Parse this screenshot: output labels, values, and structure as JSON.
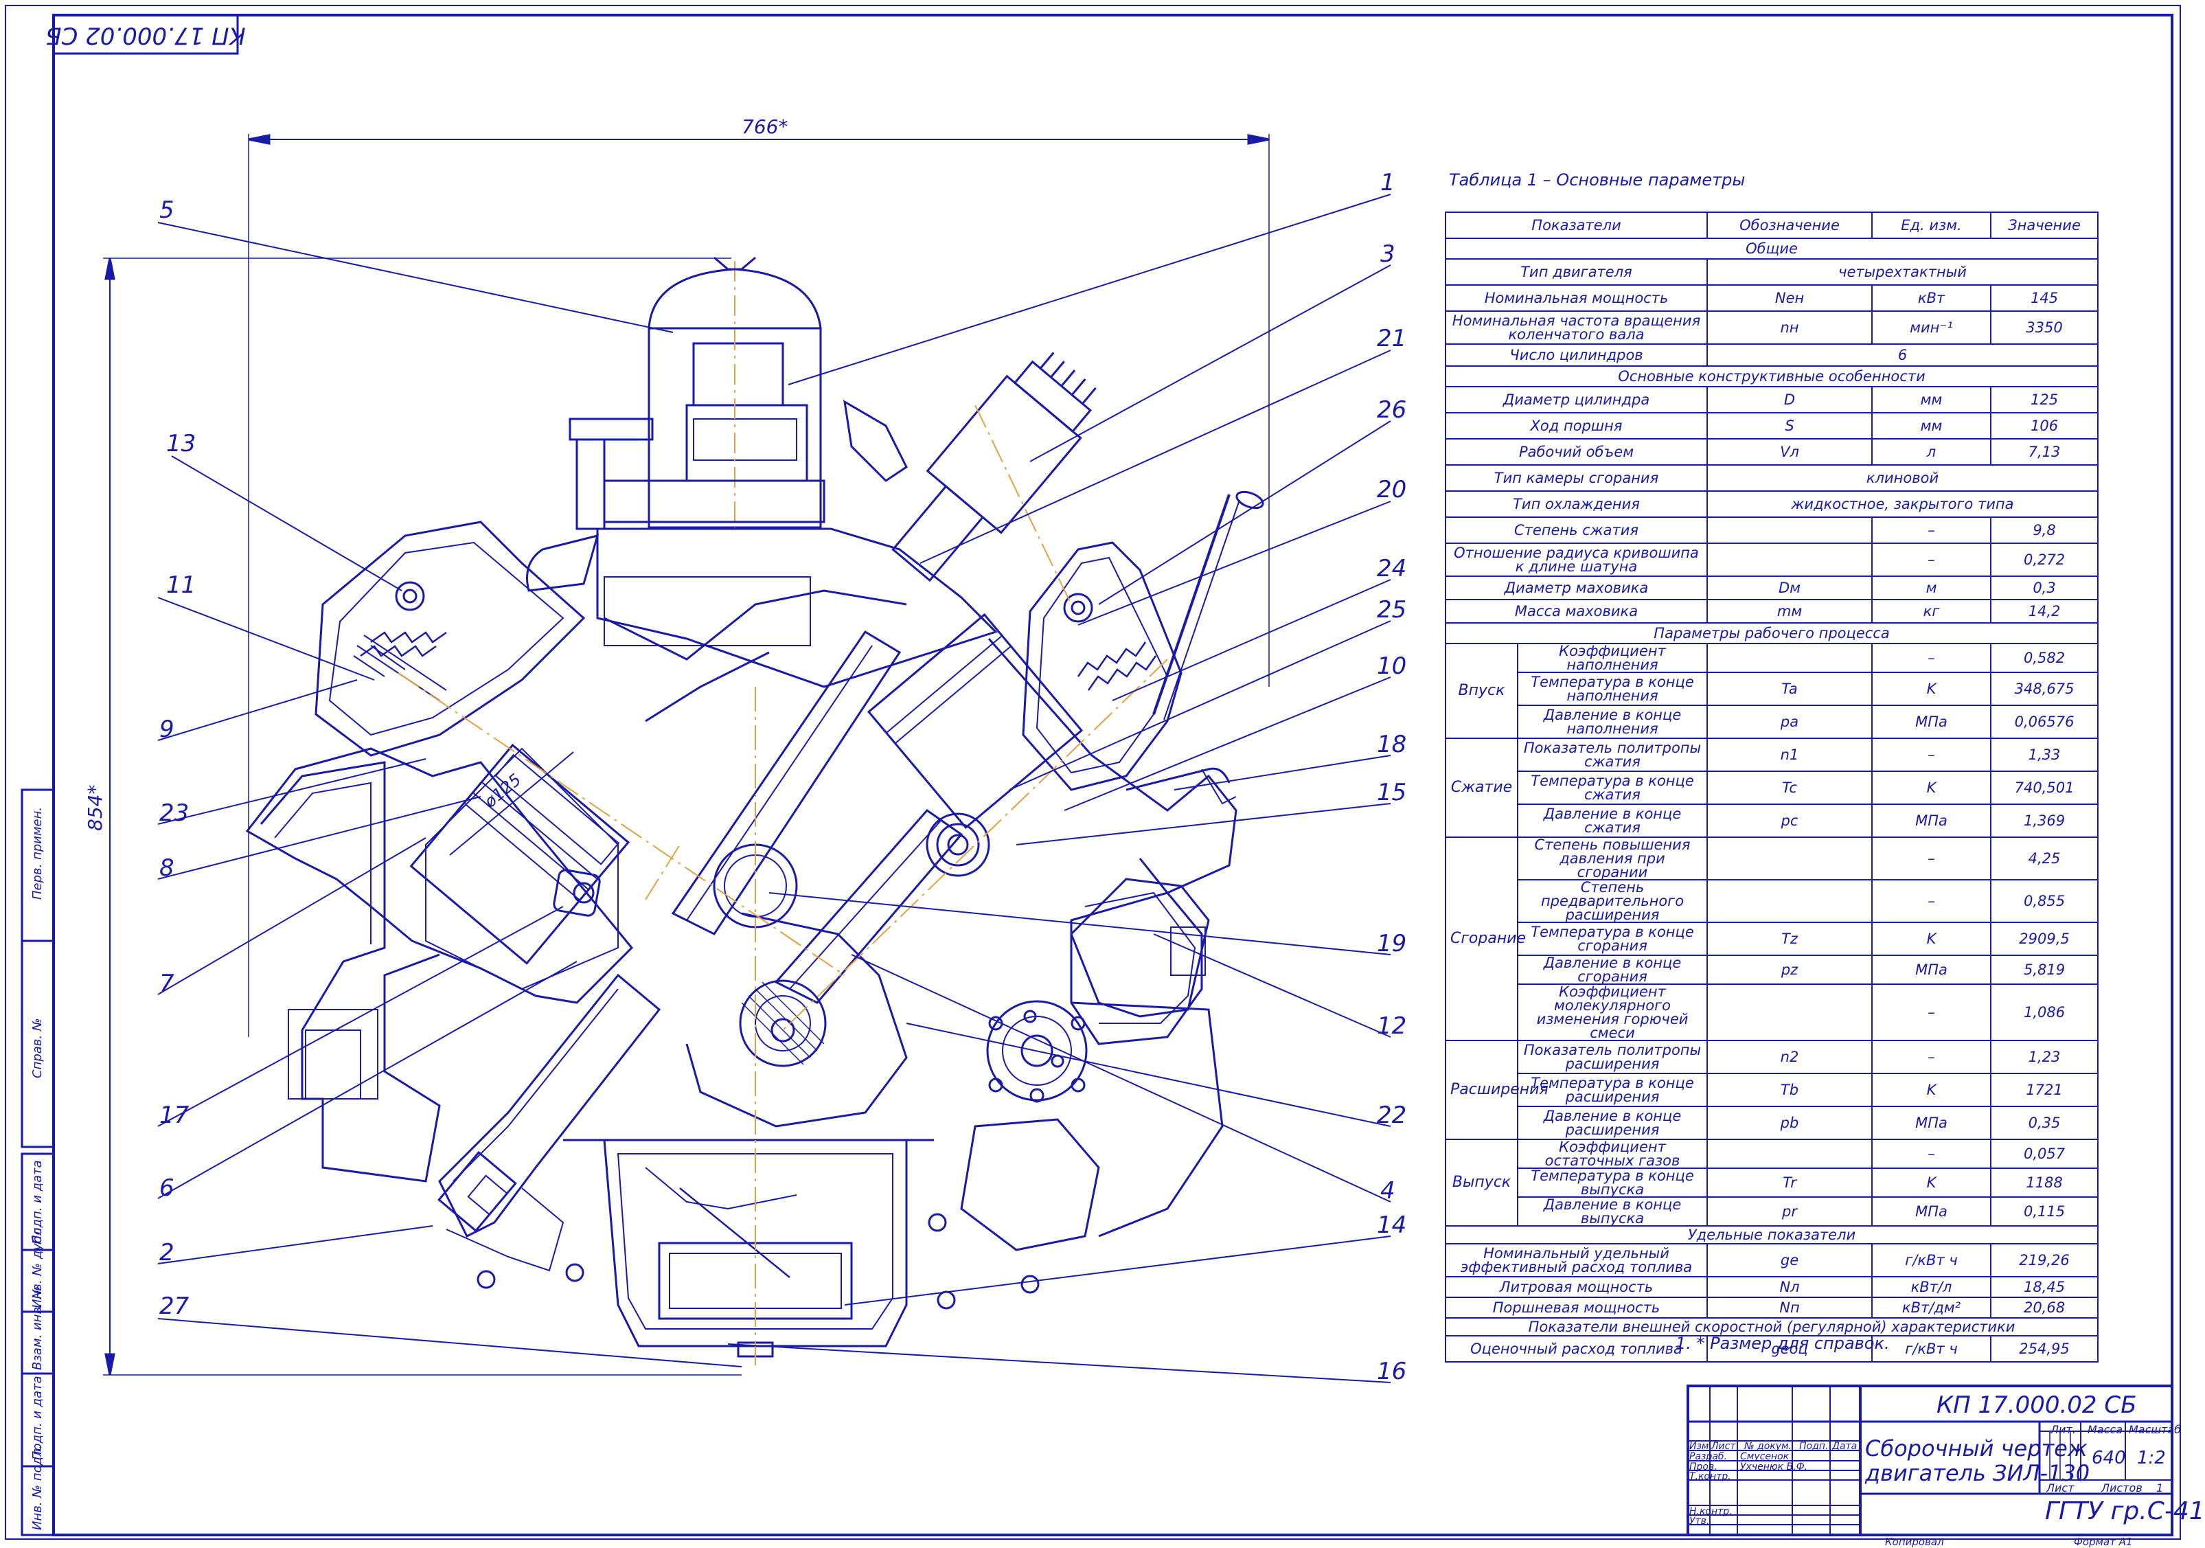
{
  "stamp": {
    "doc_code": "КП 17.000.02 СБ"
  },
  "dimensions": {
    "width": "766*",
    "height": "854*",
    "bore": "ø125"
  },
  "callouts": [
    "1",
    "3",
    "21",
    "26",
    "20",
    "24",
    "25",
    "10",
    "18",
    "15",
    "19",
    "12",
    "22",
    "4",
    "14",
    "16",
    "5",
    "13",
    "11",
    "9",
    "23",
    "8",
    "7",
    "17",
    "6",
    "2",
    "27"
  ],
  "table": {
    "title": "Таблица 1 – Основные параметры",
    "headers": [
      "Показатели",
      "Обозначение",
      "Ед. изм.",
      "Значение"
    ],
    "sections": {
      "general": "Общие",
      "design": "Основные конструктивные особенности",
      "process": "Параметры рабочего процесса",
      "specific": "Удельные показатели",
      "external": "Показатели внешней скоростной (регулярной) характеристики"
    },
    "groups": {
      "intake": "Впуск",
      "compression": "Сжатие",
      "combustion": "Сгорание",
      "expansion": "Расширения",
      "exhaust": "Выпуск"
    },
    "rows": {
      "engine_type": {
        "name": "Тип двигателя",
        "value": "четырехтактный"
      },
      "nominal_power": {
        "name": "Номинальная мощность",
        "symbol": "Nен",
        "unit": "кВт",
        "value": "145"
      },
      "nominal_speed": {
        "name": "Номинальная частота вращения коленчатого вала",
        "symbol": "nн",
        "unit": "мин⁻¹",
        "value": "3350"
      },
      "cylinders": {
        "name": "Число цилиндров",
        "value": "6"
      },
      "bore": {
        "name": "Диаметр цилиндра",
        "symbol": "D",
        "unit": "мм",
        "value": "125"
      },
      "stroke": {
        "name": "Ход поршня",
        "symbol": "S",
        "unit": "мм",
        "value": "106"
      },
      "displacement": {
        "name": "Рабочий объем",
        "symbol": "Vл",
        "unit": "л",
        "value": "7,13"
      },
      "chamber_type": {
        "name": "Тип камеры сгорания",
        "value": "клиновой"
      },
      "cooling_type": {
        "name": "Тип охлаждения",
        "value": "жидкостное, закрытого типа"
      },
      "compression_ratio": {
        "name": "Степень сжатия",
        "unit": "–",
        "value": "9,8"
      },
      "crank_ratio": {
        "name": "Отношение радиуса кривошипа к длине шатуна",
        "unit": "–",
        "value": "0,272"
      },
      "flywheel_diameter": {
        "name": "Диаметр маховика",
        "symbol": "Dм",
        "unit": "м",
        "value": "0,3"
      },
      "flywheel_mass": {
        "name": "Масса маховика",
        "symbol": "mм",
        "unit": "кг",
        "value": "14,2"
      },
      "fill_coef": {
        "name": "Коэффициент наполнения",
        "unit": "–",
        "value": "0,582"
      },
      "fill_temp": {
        "name": "Температура в конце наполнения",
        "symbol": "Ta",
        "unit": "K",
        "value": "348,675"
      },
      "fill_pressure": {
        "name": "Давление в конце наполнения",
        "symbol": "pa",
        "unit": "МПа",
        "value": "0,06576"
      },
      "comp_index": {
        "name": "Показатель политропы сжатия",
        "symbol": "n1",
        "unit": "–",
        "value": "1,33"
      },
      "comp_temp": {
        "name": "Температура в конце сжатия",
        "symbol": "Tc",
        "unit": "K",
        "value": "740,501"
      },
      "comp_pressure": {
        "name": "Давление в конце сжатия",
        "symbol": "pc",
        "unit": "МПа",
        "value": "1,369"
      },
      "press_rise": {
        "name": "Степень повышения давления при сгорании",
        "unit": "–",
        "value": "4,25"
      },
      "pre_expansion": {
        "name": "Степень предварительного расширения",
        "unit": "–",
        "value": "0,855"
      },
      "comb_temp": {
        "name": "Температура в конце сгорания",
        "symbol": "Tz",
        "unit": "K",
        "value": "2909,5"
      },
      "comb_pressure": {
        "name": "Давление в конце сгорания",
        "symbol": "pz",
        "unit": "МПа",
        "value": "5,819"
      },
      "molecular_coef": {
        "name": "Коэффициент молекулярного изменения горючей смеси",
        "unit": "–",
        "value": "1,086"
      },
      "exp_index": {
        "name": "Показатель политропы расширения",
        "symbol": "n2",
        "unit": "–",
        "value": "1,23"
      },
      "exp_temp": {
        "name": "Температура в конце расширения",
        "symbol": "Tb",
        "unit": "K",
        "value": "1721"
      },
      "exp_pressure": {
        "name": "Давление в конце расширения",
        "symbol": "pb",
        "unit": "МПа",
        "value": "0,35"
      },
      "residual_coef": {
        "name": "Коэффициент остаточных газов",
        "unit": "–",
        "value": "0,057"
      },
      "exh_temp": {
        "name": "Температура в конце выпуска",
        "symbol": "Tr",
        "unit": "K",
        "value": "1188"
      },
      "exh_pressure": {
        "name": "Давление в конце выпуска",
        "symbol": "pr",
        "unit": "МПа",
        "value": "0,115"
      },
      "specific_fuel": {
        "name": "Номинальный удельный эффективный расход топлива",
        "symbol": "ge",
        "unit": "г/кВт ч",
        "value": "219,26"
      },
      "liter_power": {
        "name": "Литровая мощность",
        "symbol": "Nл",
        "unit": "кВт/л",
        "value": "18,45"
      },
      "piston_power": {
        "name": "Поршневая мощность",
        "symbol": "Nп",
        "unit": "кВт/дм²",
        "value": "20,68"
      },
      "est_fuel": {
        "name": "Оценочный расход топлива",
        "symbol": "geоц",
        "unit": "г/кВт ч",
        "value": "254,95"
      }
    }
  },
  "note": "1. * Размер для справок.",
  "title_block": {
    "doc_code": "КП 17.000.02 СБ",
    "title_line1": "Сборочный чертеж",
    "title_line2": "двигатель ЗИЛ-130",
    "columns": [
      "Изм",
      "Лист",
      "№ докум.",
      "Подп.",
      "Дата"
    ],
    "roles": [
      "Разраб.",
      "Пров.",
      "Т.контр.",
      "Н.контр.",
      "Утв."
    ],
    "developer": "Смусенок",
    "checker": "Ухченюк В.Ф.",
    "lit_label": "Лит.",
    "mass_label": "Масса",
    "scale_label": "Масштаб",
    "mass": "640",
    "scale": "1:2",
    "sheet_label": "Лист",
    "sheets_label": "Листов",
    "sheets": "1",
    "org": "ГГТУ гр.С-41",
    "copied": "Копировал",
    "format": "Формат   А1"
  },
  "side_strip": [
    "Инв. № подл.",
    "Подп. и дата",
    "Взам. инв. №",
    "Инв. № дубл.",
    "Подп. и дата",
    "Справ. №",
    "Перв. примен."
  ]
}
